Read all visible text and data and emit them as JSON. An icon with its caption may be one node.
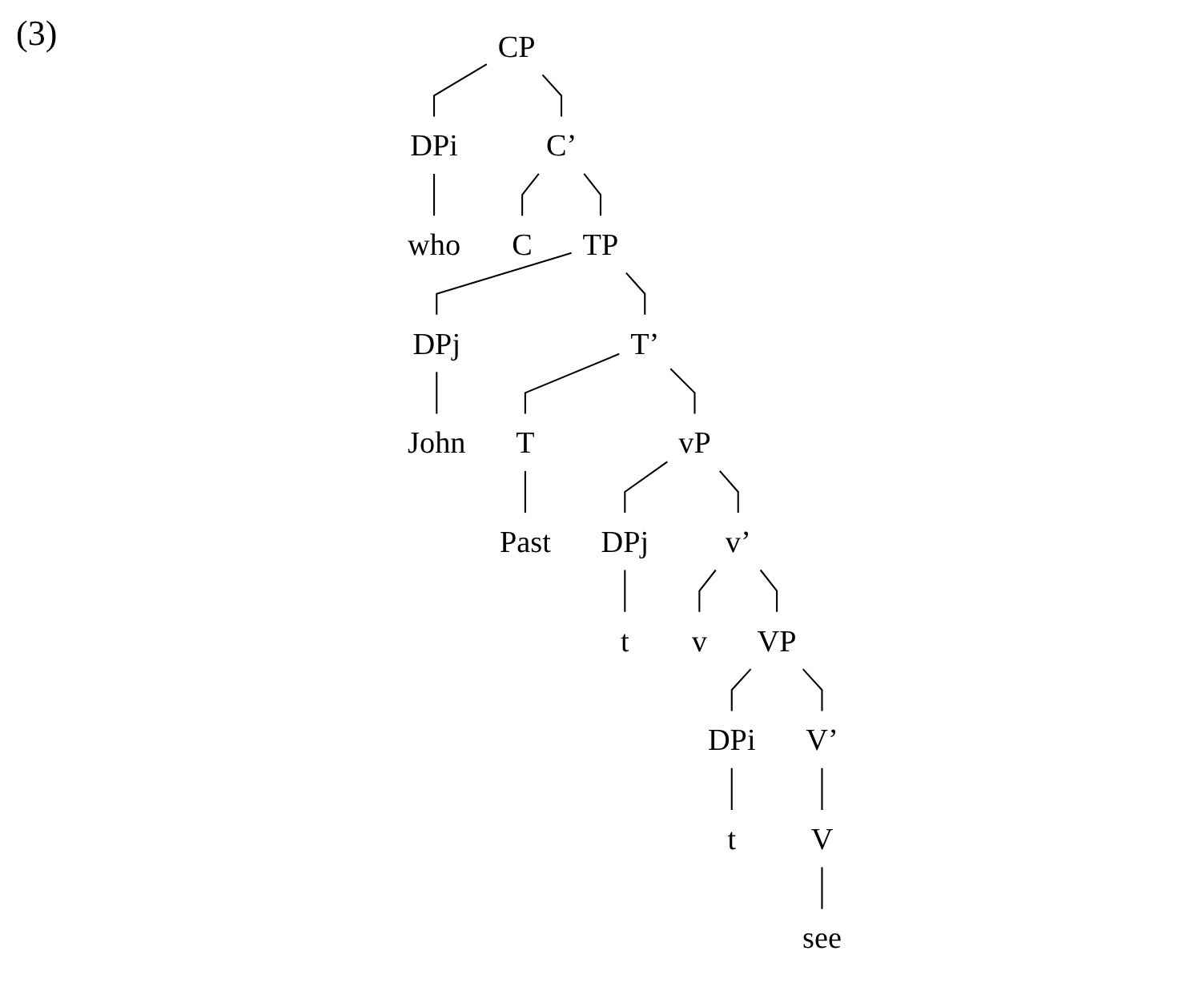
{
  "diagram": {
    "nodes": [
      {
        "text": [
          "CP"
        ]
      },
      {
        "text": [
          "DPi"
        ]
      },
      {
        "text": [
          "C’"
        ]
      },
      {
        "text": [
          "who"
        ]
      },
      {
        "text": [
          "C"
        ]
      },
      {
        "text": [
          "TP"
        ]
      },
      {
        "text": [
          "DPj"
        ]
      },
      {
        "text": [
          "T’"
        ]
      },
      {
        "text": [
          "John"
        ]
      },
      {
        "text": [
          "T"
        ]
      },
      {
        "text": [
          "vP"
        ]
      },
      {
        "text": [
          "Past"
        ]
      },
      {
        "text": [
          "DPj"
        ]
      },
      {
        "text": [
          "v’"
        ]
      },
      {
        "text": [
          "t"
        ]
      },
      {
        "text": [
          "v"
        ]
      },
      {
        "text": [
          "VP"
        ]
      },
      {
        "text": [
          "DPi"
        ]
      },
      {
        "text": [
          "V’"
        ]
      },
      {
        "text": [
          "t"
        ]
      },
      {
        "text": [
          "V"
        ]
      },
      {
        "text": [
          "see"
        ]
      }
    ],
    "edges": [
      {
        "from": 0,
        "to": 1,
        "arrow": "none"
      },
      {
        "from": 0,
        "to": 2,
        "arrow": "none"
      },
      {
        "from": 1,
        "to": 3,
        "arrow": "none"
      },
      {
        "from": 2,
        "to": 4,
        "arrow": "none"
      },
      {
        "from": 2,
        "to": 5,
        "arrow": "none"
      },
      {
        "from": 5,
        "to": 6,
        "arrow": "none"
      },
      {
        "from": 5,
        "to": 7,
        "arrow": "none"
      },
      {
        "from": 6,
        "to": 8,
        "arrow": "none"
      },
      {
        "from": 7,
        "to": 9,
        "arrow": "none"
      },
      {
        "from": 7,
        "to": 10,
        "arrow": "none"
      },
      {
        "from": 9,
        "to": 11,
        "arrow": "none"
      },
      {
        "from": 10,
        "to": 12,
        "arrow": "none"
      },
      {
        "from": 10,
        "to": 13,
        "arrow": "none"
      },
      {
        "from": 12,
        "to": 14,
        "arrow": "none"
      },
      {
        "from": 13,
        "to": 15,
        "arrow": "none"
      },
      {
        "from": 13,
        "to": 16,
        "arrow": "none"
      },
      {
        "from": 16,
        "to": 17,
        "arrow": "none"
      },
      {
        "from": 16,
        "to": 18,
        "arrow": "none"
      },
      {
        "from": 17,
        "to": 19,
        "arrow": "none"
      },
      {
        "from": 18,
        "to": 20,
        "arrow": "none"
      },
      {
        "from": 20,
        "to": 21,
        "arrow": "none"
      }
    ],
    "labels": [
      "(3)"
    ]
  }
}
